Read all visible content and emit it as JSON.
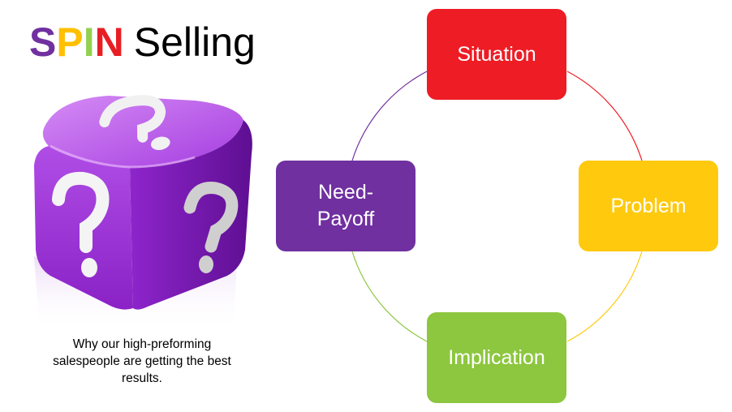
{
  "title": {
    "letters": [
      {
        "char": "S",
        "color": "#7030A0"
      },
      {
        "char": "P",
        "color": "#FFC000"
      },
      {
        "char": "I",
        "color": "#92D050"
      },
      {
        "char": "N",
        "color": "#E81E25"
      }
    ],
    "rest": "Selling"
  },
  "caption": {
    "line1": "Why our high-preforming",
    "line2": "salespeople are getting the best",
    "line3": "results."
  },
  "illustration": {
    "icon": "question-mark-dice-icon",
    "color": "#9B30D9"
  },
  "cycle": {
    "nodes": [
      {
        "id": "situation",
        "lines": [
          "Situation"
        ],
        "color": "#EE1C25"
      },
      {
        "id": "problem",
        "lines": [
          "Problem"
        ],
        "color": "#FFC90E"
      },
      {
        "id": "implication",
        "lines": [
          "Implication"
        ],
        "color": "#8DC63F"
      },
      {
        "id": "need-payoff",
        "lines": [
          "Need-",
          "Payoff"
        ],
        "color": "#7030A0"
      }
    ]
  }
}
